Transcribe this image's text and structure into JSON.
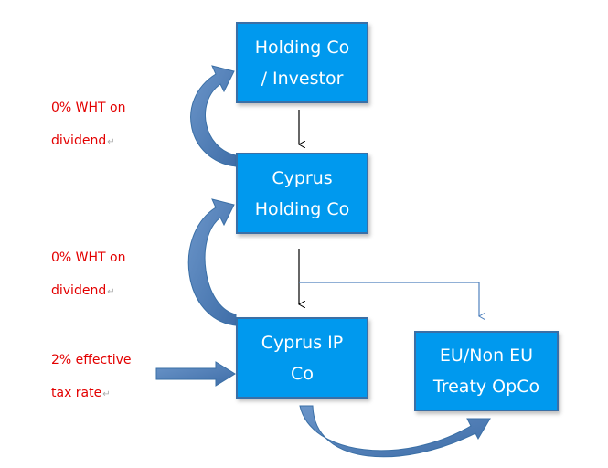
{
  "colors": {
    "box_fill": "#0099ee",
    "box_border": "#3a6fa6",
    "note_text": "#e30000",
    "curved_arrow": "#4f81bd",
    "thin_line": "#000000",
    "thin_blue_line": "#4f81bd"
  },
  "boxes": {
    "holding": {
      "line1": "Holding Co",
      "line2": "/ Investor"
    },
    "cyprus_holding": {
      "line1": "Cyprus",
      "line2": "Holding Co"
    },
    "cyprus_ip": {
      "line1": "Cyprus IP",
      "line2": "Co"
    },
    "opco": {
      "line1": "EU/Non EU",
      "line2": "Treaty OpCo"
    }
  },
  "notes": {
    "wht_top": {
      "line1": "0% WHT on",
      "line2": "dividend"
    },
    "wht_mid": {
      "line1": "0% WHT on",
      "line2": "dividend"
    },
    "tax": {
      "line1": "2% effective",
      "line2": "tax rate"
    }
  },
  "return_mark": "↵"
}
